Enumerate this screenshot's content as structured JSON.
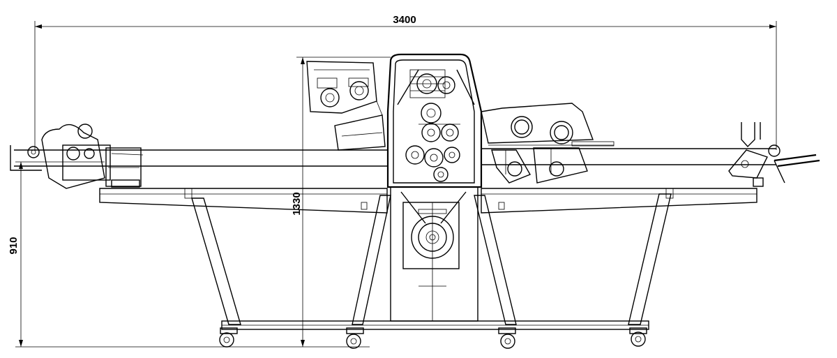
{
  "dimensions": {
    "overall_length": "3400",
    "total_height": "1330",
    "table_height": "910"
  },
  "colors": {
    "line": "#000000",
    "background": "#ffffff"
  }
}
